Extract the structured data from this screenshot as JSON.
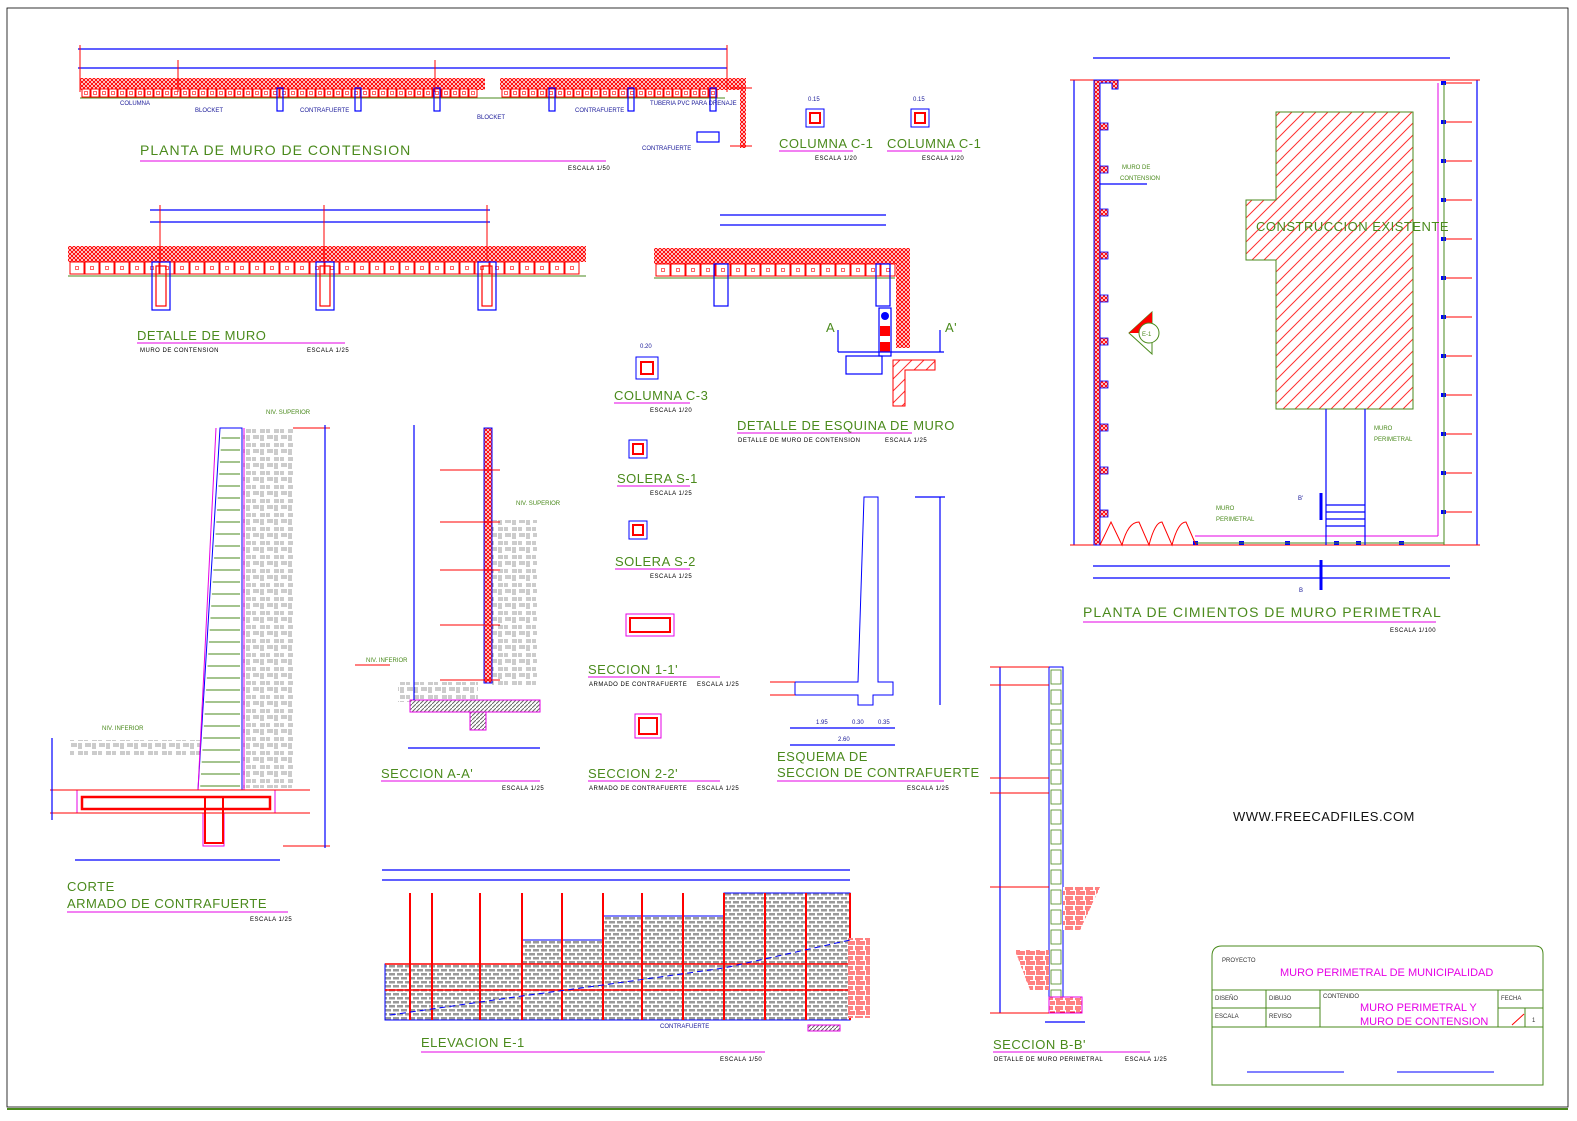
{
  "colors": {
    "wall_hatch": "#ff0000",
    "lines": "#0000ff",
    "titles": "#4a8a1c",
    "underline": "#e600e6",
    "masonry": "#9a9a9a"
  },
  "views": {
    "planta_muro": {
      "title": "PLANTA DE  MURO DE CONTENSION",
      "scale": "ESCALA 1/50",
      "labels": [
        "COLUMNA",
        "CONTRAFUERTE",
        "BLOCKET",
        "CONTRAFUERTE",
        "TUBERIA PVC PARA DRENAJE",
        "CONTRAFUERTE"
      ]
    },
    "columna_c1_a": {
      "title": "COLUMNA C-1",
      "dim": "0.15",
      "scale": "ESCALA 1/20"
    },
    "columna_c1_b": {
      "title": "COLUMNA C-1",
      "dim": "0.15",
      "scale": "ESCALA 1/20"
    },
    "detalle_muro": {
      "title": "DETALLE DE MURO",
      "subtitle": "MURO DE CONTENSION",
      "scale": "ESCALA 1/25"
    },
    "detalle_esquina": {
      "title": "DETALLE DE ESQUINA DE MURO",
      "subtitle": "DETALLE DE MURO DE CONTENSION",
      "scale": "ESCALA 1/25",
      "cut_a": "A",
      "cut_a2": "A'"
    },
    "columna_c3": {
      "title": "COLUMNA C-3",
      "dim": "0.20",
      "scale": "ESCALA 1/20"
    },
    "solera_s1": {
      "title": "SOLERA S-1",
      "scale": "ESCALA 1/25"
    },
    "solera_s2": {
      "title": "SOLERA S-2",
      "scale": "ESCALA 1/25"
    },
    "seccion_11": {
      "title": "SECCION 1-1'",
      "subtitle": "ARMADO DE CONTRAFUERTE",
      "scale": "ESCALA 1/25"
    },
    "seccion_22": {
      "title": "SECCION 2-2'",
      "subtitle": "ARMADO DE CONTRAFUERTE",
      "scale": "ESCALA 1/25"
    },
    "corte": {
      "title_line1": "CORTE",
      "title_line2": "ARMADO DE CONTRAFUERTE",
      "scale": "ESCALA 1/25",
      "niv_sup": "NIV. SUPERIOR",
      "niv_inf": "NIV. INFERIOR"
    },
    "seccion_aa": {
      "title": "SECCION A-A'",
      "scale": "ESCALA 1/25",
      "niv_sup": "NIV. SUPERIOR",
      "niv_inf": "NIV. INFERIOR"
    },
    "esquema": {
      "title_line1": "ESQUEMA DE",
      "title_line2": "SECCION DE CONTRAFUERTE",
      "scale": "ESCALA 1/25",
      "dims": [
        "1.95",
        "0.30",
        "0.35",
        "2.60"
      ]
    },
    "elevacion": {
      "title": "ELEVACION E-1",
      "scale": "ESCALA 1/50",
      "label": "CONTRAFUERTE"
    },
    "seccion_bb": {
      "title": "SECCION B-B'",
      "subtitle": "DETALLE DE MURO PERIMETRAL",
      "scale": "ESCALA 1/25"
    },
    "planta_cimientos": {
      "title": "PLANTA DE CIMIENTOS DE MURO PERIMETRAL",
      "scale": "ESCALA 1/100",
      "building": "CONSTRUCCION EXISTENTE",
      "muro_contension": [
        "MURO DE",
        "CONTENSION"
      ],
      "muro_perimetral_1": [
        "MURO",
        "PERIMETRAL"
      ],
      "muro_perimetral_2": [
        "MURO",
        "PERIMETRAL"
      ],
      "elev_marker": "E-1",
      "cut_b": "B",
      "cut_b2": "B'"
    }
  },
  "website": "WWW.FREECADFILES.COM",
  "title_block": {
    "proyecto_label": "PROYECTO",
    "proyecto": "MURO PERIMETRAL DE MUNICIPALIDAD",
    "diseno_label": "DISEÑO",
    "dibujo_label": "DIBUJO",
    "escala_label": "ESCALA",
    "reviso_label": "REVISO",
    "contenido_label": "CONTENIDO",
    "contenido_line1": "MURO PERIMETRAL Y",
    "contenido_line2": "MURO DE CONTENSION",
    "fecha_label": "FECHA",
    "sheet": "1"
  }
}
